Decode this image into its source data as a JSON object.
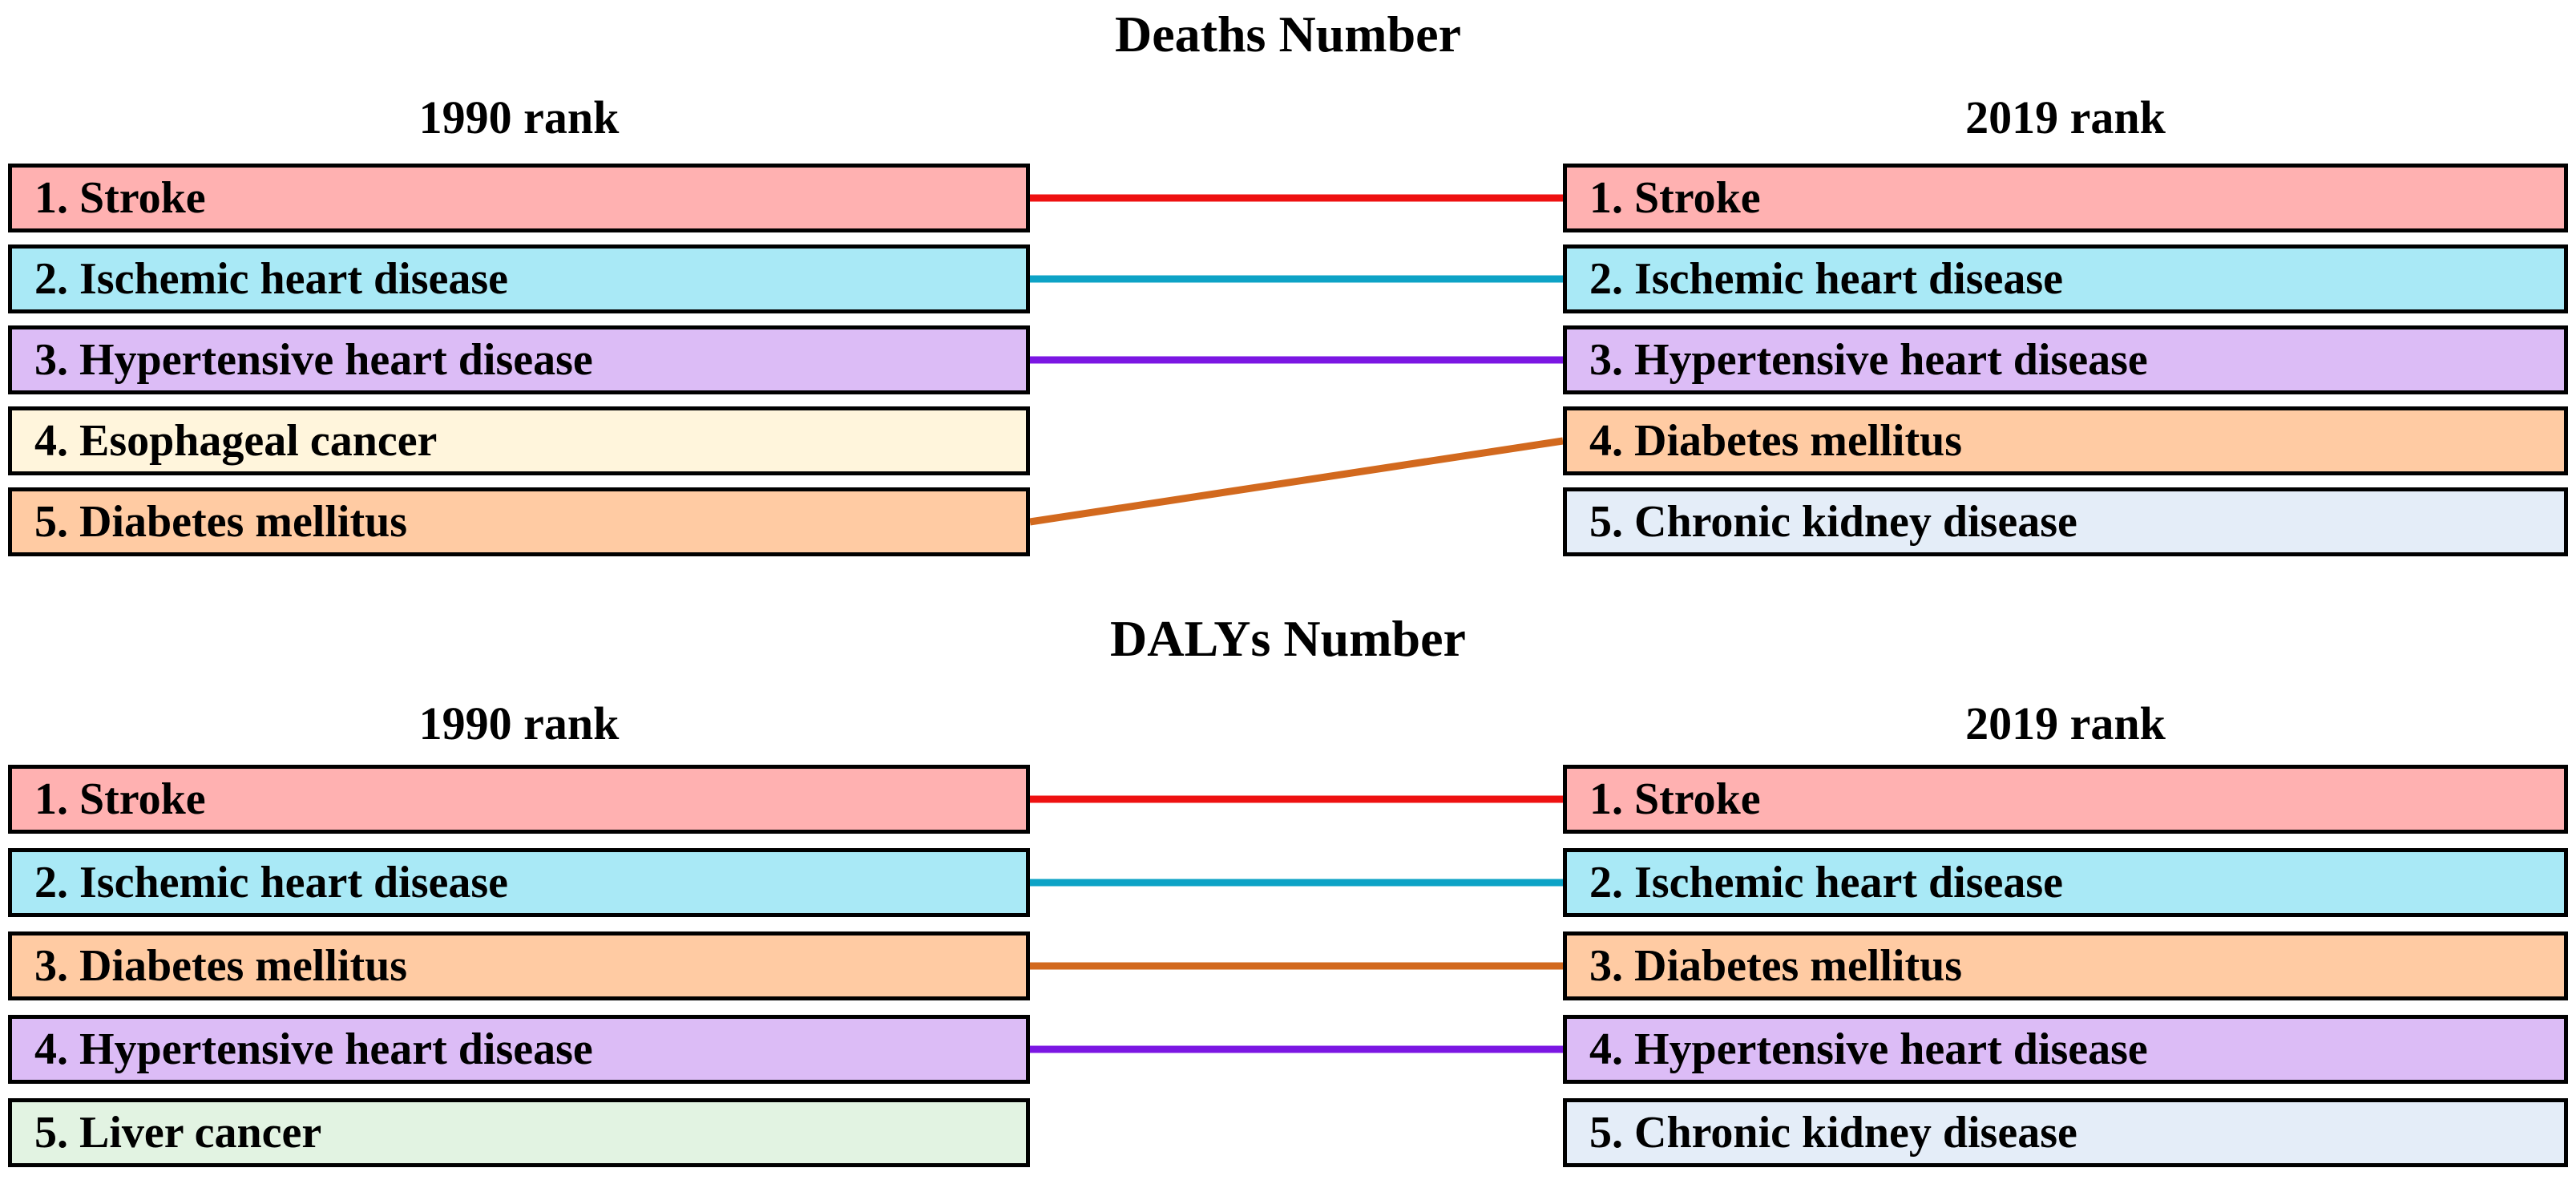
{
  "sections": [
    {
      "title": "Deaths Number",
      "left_header": "1990 rank",
      "right_header": "2019 rank",
      "left": [
        {
          "text": "1. Stroke",
          "fill": "#FFB1B1"
        },
        {
          "text": "2. Ischemic heart disease",
          "fill": "#A9E9F6"
        },
        {
          "text": "3. Hypertensive heart disease",
          "fill": "#DCBCF6"
        },
        {
          "text": "4. Esophageal cancer",
          "fill": "#FFF5DC"
        },
        {
          "text": "5. Diabetes mellitus",
          "fill": "#FFCBA3"
        }
      ],
      "right": [
        {
          "text": "1. Stroke",
          "fill": "#FFB1B1"
        },
        {
          "text": "2. Ischemic heart disease",
          "fill": "#A9E9F6"
        },
        {
          "text": "3. Hypertensive heart disease",
          "fill": "#DCBCF6"
        },
        {
          "text": "4. Diabetes mellitus",
          "fill": "#FFCBA3"
        },
        {
          "text": "5. Chronic kidney disease",
          "fill": "#E4EDF8"
        }
      ],
      "links": [
        {
          "cause": "Stroke",
          "from": 1,
          "to": 1,
          "color": "#EE1111"
        },
        {
          "cause": "Ischemic heart disease",
          "from": 2,
          "to": 2,
          "color": "#0DA3C6"
        },
        {
          "cause": "Hypertensive heart disease",
          "from": 3,
          "to": 3,
          "color": "#7B16E3"
        },
        {
          "cause": "Diabetes mellitus",
          "from": 5,
          "to": 4,
          "color": "#D2691E"
        }
      ]
    },
    {
      "title": "DALYs Number",
      "left_header": "1990 rank",
      "right_header": "2019 rank",
      "left": [
        {
          "text": "1. Stroke",
          "fill": "#FFB1B1"
        },
        {
          "text": "2. Ischemic heart disease",
          "fill": "#A9E9F6"
        },
        {
          "text": "3. Diabetes mellitus",
          "fill": "#FFCBA3"
        },
        {
          "text": "4. Hypertensive heart disease",
          "fill": "#DCBCF6"
        },
        {
          "text": "5. Liver cancer",
          "fill": "#E2F3E2"
        }
      ],
      "right": [
        {
          "text": "1. Stroke",
          "fill": "#FFB1B1"
        },
        {
          "text": "2. Ischemic heart disease",
          "fill": "#A9E9F6"
        },
        {
          "text": "3. Diabetes mellitus",
          "fill": "#FFCBA3"
        },
        {
          "text": "4. Hypertensive heart disease",
          "fill": "#DCBCF6"
        },
        {
          "text": "5. Chronic kidney disease",
          "fill": "#E4EDF8"
        }
      ],
      "links": [
        {
          "cause": "Stroke",
          "from": 1,
          "to": 1,
          "color": "#EE1111"
        },
        {
          "cause": "Ischemic heart disease",
          "from": 2,
          "to": 2,
          "color": "#0DA3C6"
        },
        {
          "cause": "Diabetes mellitus",
          "from": 3,
          "to": 3,
          "color": "#D2691E"
        },
        {
          "cause": "Hypertensive heart disease",
          "from": 4,
          "to": 4,
          "color": "#7B16E3"
        }
      ]
    }
  ],
  "chart_data": [
    {
      "type": "table",
      "title": "Deaths Number",
      "columns": [
        "1990 rank",
        "2019 rank"
      ],
      "rank_1990": [
        "Stroke",
        "Ischemic heart disease",
        "Hypertensive heart disease",
        "Esophageal cancer",
        "Diabetes mellitus"
      ],
      "rank_2019": [
        "Stroke",
        "Ischemic heart disease",
        "Hypertensive heart disease",
        "Diabetes mellitus",
        "Chronic kidney disease"
      ],
      "connections": [
        {
          "cause": "Stroke",
          "rank_1990": 1,
          "rank_2019": 1
        },
        {
          "cause": "Ischemic heart disease",
          "rank_1990": 2,
          "rank_2019": 2
        },
        {
          "cause": "Hypertensive heart disease",
          "rank_1990": 3,
          "rank_2019": 3
        },
        {
          "cause": "Diabetes mellitus",
          "rank_1990": 5,
          "rank_2019": 4
        }
      ]
    },
    {
      "type": "table",
      "title": "DALYs Number",
      "columns": [
        "1990 rank",
        "2019 rank"
      ],
      "rank_1990": [
        "Stroke",
        "Ischemic heart disease",
        "Diabetes mellitus",
        "Hypertensive heart disease",
        "Liver cancer"
      ],
      "rank_2019": [
        "Stroke",
        "Ischemic heart disease",
        "Diabetes mellitus",
        "Hypertensive heart disease",
        "Chronic kidney disease"
      ],
      "connections": [
        {
          "cause": "Stroke",
          "rank_1990": 1,
          "rank_2019": 1
        },
        {
          "cause": "Ischemic heart disease",
          "rank_1990": 2,
          "rank_2019": 2
        },
        {
          "cause": "Diabetes mellitus",
          "rank_1990": 3,
          "rank_2019": 3
        },
        {
          "cause": "Hypertensive heart disease",
          "rank_1990": 4,
          "rank_2019": 4
        }
      ]
    }
  ]
}
